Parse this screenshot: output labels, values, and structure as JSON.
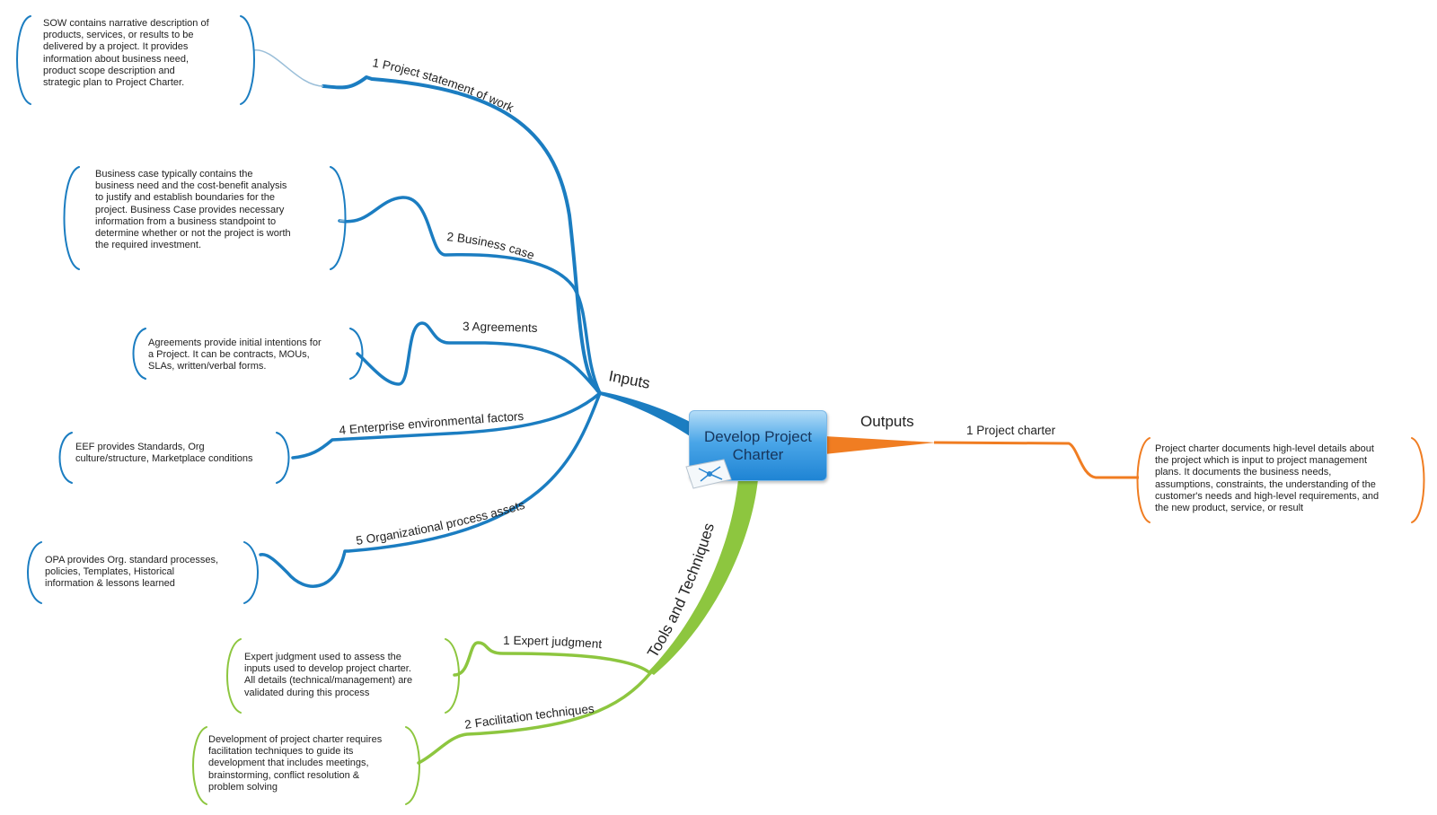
{
  "central": {
    "title": "Develop Project Charter"
  },
  "colors": {
    "inputs": "#1b7dc1",
    "outputs": "#f07d22",
    "tools": "#8dc63f",
    "note_text": "#222222",
    "topic_text": "#222222"
  },
  "branches": {
    "inputs": {
      "label": "Inputs"
    },
    "outputs": {
      "label": "Outputs"
    },
    "tools": {
      "label": "Tools and Techniques"
    }
  },
  "inputs": [
    {
      "label": "1 Project statement of work",
      "note": [
        "SOW contains narrative description of",
        "products, services, or results to be",
        "delivered by a project. It provides",
        "information about business need,",
        "product scope description and",
        "strategic plan to Project Charter."
      ]
    },
    {
      "label": "2 Business case",
      "note": [
        "Business case typically contains the",
        "business need and the cost-benefit analysis",
        "to justify and establish boundaries for the",
        "project. Business Case provides necessary",
        "information from a business standpoint to",
        "determine whether or not the project is worth",
        "the required investment."
      ]
    },
    {
      "label": "3 Agreements",
      "note": [
        "Agreements provide initial intentions for",
        "a Project. It can be contracts, MOUs,",
        "SLAs, written/verbal forms."
      ]
    },
    {
      "label": "4 Enterprise environmental factors",
      "note": [
        "EEF provides Standards, Org",
        "culture/structure, Marketplace conditions"
      ]
    },
    {
      "label": "5 Organizational process assets",
      "note": [
        "OPA provides Org. standard processes,",
        "policies, Templates, Historical",
        "information & lessons learned"
      ]
    }
  ],
  "outputs": [
    {
      "label": "1 Project charter",
      "note": [
        "Project charter documents high-level details about",
        "the project which is input to project management",
        "plans. It documents the business needs,",
        "assumptions, constraints, the  understanding of the",
        "customer's needs and high-level requirements, and",
        "the new product, service, or result"
      ]
    }
  ],
  "tools": [
    {
      "label": "1 Expert judgment",
      "note": [
        "Expert judgment used to assess the",
        "inputs used to develop project charter.",
        "All details (technical/management) are",
        "validated during this process"
      ]
    },
    {
      "label": "2 Facilitation techniques",
      "note": [
        "Development of project charter requires",
        "facilitation techniques to guide its",
        "development that includes meetings,",
        "brainstorming, conflict resolution &",
        "problem solving"
      ]
    }
  ]
}
